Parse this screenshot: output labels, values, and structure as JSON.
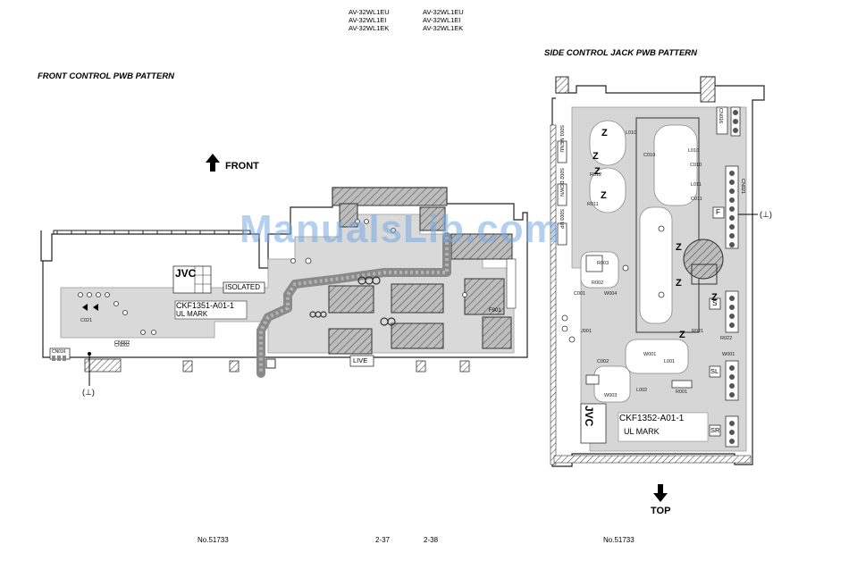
{
  "header": {
    "models_left": [
      "AV-32WL1EU",
      "AV-32WL1EI",
      "AV-32WL1EK"
    ],
    "models_right": [
      "AV-32WL1EU",
      "AV-32WL1EI",
      "AV-32WL1EK"
    ]
  },
  "front": {
    "title": "FRONT CONTROL PWB PATTERN",
    "arrow_label": "FRONT",
    "brand": "JVC",
    "isolated_label": "ISOLATED",
    "board_code": "CKF1351-A01-1",
    "ul_mark": "UL MARK",
    "live_label": "LIVE",
    "cn_labels": [
      "CN016",
      "CN002",
      "F901"
    ],
    "ground_label": "(⊥)"
  },
  "side": {
    "title": "SIDE CONTROL JACK PWB PATTERN",
    "arrow_label": "TOP",
    "brand": "JVC",
    "board_code": "CKF1352-A01-1",
    "ul_mark": "UL MARK",
    "connector_labels": [
      "CN016",
      "CN021",
      "F",
      "S",
      "SL",
      "SR"
    ],
    "switch_labels": [
      "S001 MENU",
      "S002 DOWN",
      "S003 UP"
    ],
    "ground_label": "(⊥)"
  },
  "footer": {
    "left_no": "No.51733",
    "page_left": "2-37",
    "page_right": "2-38",
    "right_no": "No.51733"
  },
  "watermark": "ManualsLib.com"
}
